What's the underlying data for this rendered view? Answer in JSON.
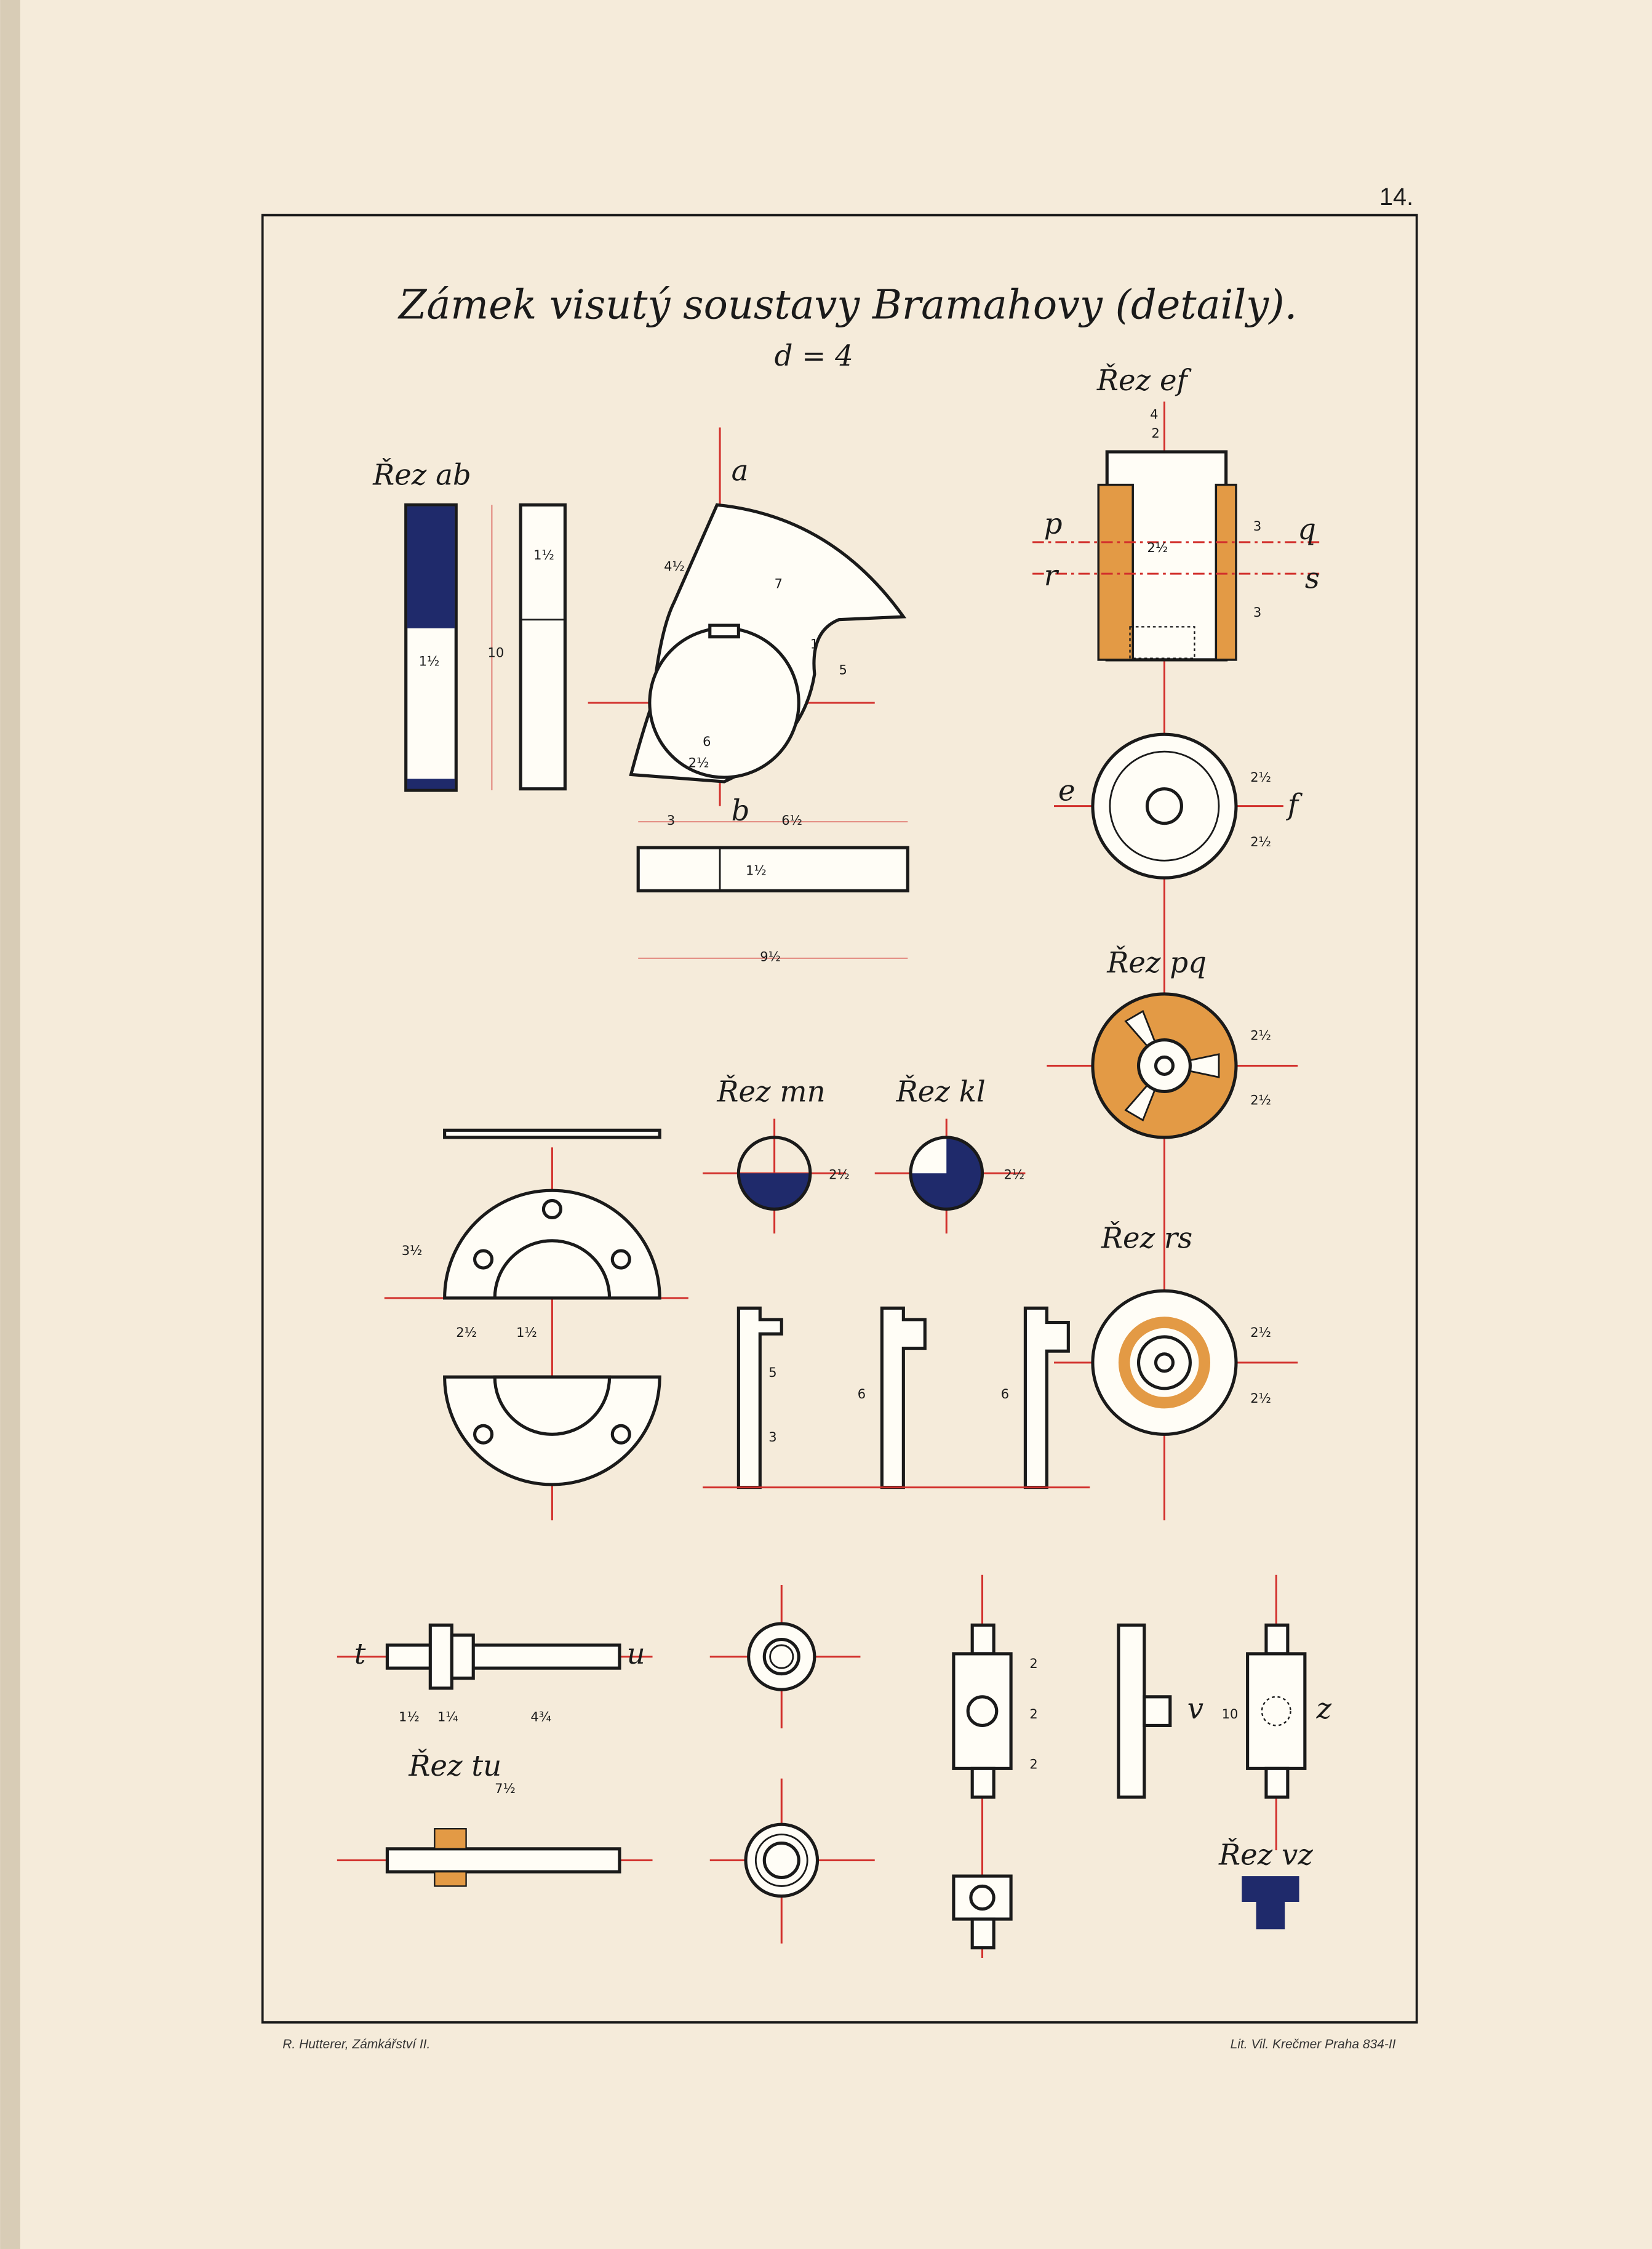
{
  "page_number": "14.",
  "title": "Zámek visutý soustavy Bramahovy (detaily).",
  "scale": "d = 4",
  "footer": {
    "left": "R. Hutterer, Zámkářství II.",
    "right": "Lit. Vil. Krečmer Praha 834-II"
  },
  "colors": {
    "paper": "#f5ebda",
    "blue": "#1f2a6b",
    "orange": "#e39a45",
    "axis": "#d2302c"
  },
  "labels": {
    "rez_ab": "Řez ab",
    "rez_ef": "Řez ef",
    "rez_pq": "Řez pq",
    "rez_mn": "Řez mn",
    "rez_kl": "Řez kl",
    "rez_rs": "Řez rs",
    "rez_tu": "Řez tu",
    "rez_vz": "Řez vz",
    "a": "a",
    "b": "b",
    "e": "e",
    "f": "f",
    "p": "p",
    "q": "q",
    "r": "r",
    "s": "s",
    "t": "t",
    "u": "u",
    "v": "v",
    "z": "z"
  },
  "dimensions": {
    "ab_10": "10",
    "ab_1h_a": "1½",
    "ab_1h_b": "1½",
    "cam_4h": "4½",
    "cam_7": "7",
    "cam_5": "5",
    "cam_6": "6",
    "cam_2h": "2½",
    "cam_1": "1",
    "bar_3": "3",
    "bar_6h": "6½",
    "bar_9h": "9½",
    "bar_1h": "1½",
    "ef_4": "4",
    "ef_2": "2",
    "ef_3a": "3",
    "ef_3b": "3",
    "ef_2h": "2½",
    "circ_2h_a": "2½",
    "circ_2h_b": "2½",
    "pq_2h_a": "2½",
    "pq_2h_b": "2½",
    "mn_2h": "2½",
    "kl_2h": "2½",
    "ring_3h": "3½",
    "ring_2h": "2½",
    "ring_1h": "1½",
    "pin_6a": "6",
    "pin_6b": "6",
    "pin_3": "3",
    "pin_5": "5",
    "rs_2h_a": "2½",
    "rs_2h_b": "2½",
    "tu_1h": "1½",
    "tu_1q": "1¼",
    "tu_4q": "4¾",
    "tu_7h": "7½",
    "v_2a": "2",
    "v_2b": "2",
    "v_2c": "2",
    "v_10": "10"
  }
}
